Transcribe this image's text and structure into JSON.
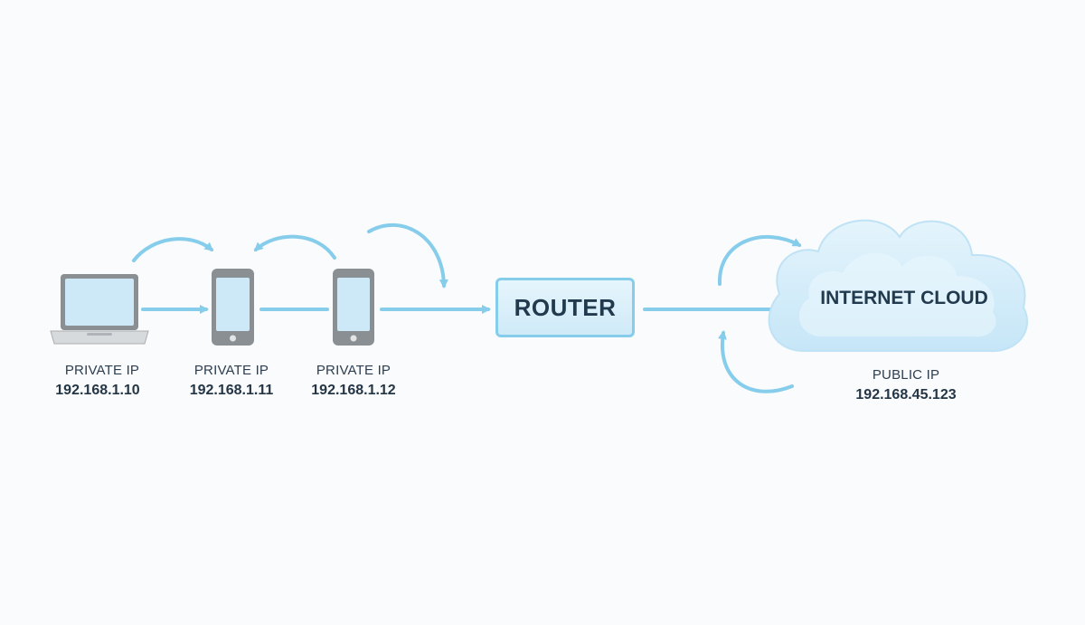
{
  "devices": [
    {
      "id": "laptop",
      "icon": "laptop-icon",
      "label": "PRIVATE IP",
      "ip": "192.168.1.10"
    },
    {
      "id": "phone-1",
      "icon": "smartphone-icon",
      "label": "PRIVATE IP",
      "ip": "192.168.1.11"
    },
    {
      "id": "phone-2",
      "icon": "smartphone-icon",
      "label": "PRIVATE IP",
      "ip": "192.168.1.12"
    }
  ],
  "router": {
    "label": "ROUTER"
  },
  "cloud": {
    "label": "INTERNET CLOUD",
    "ip_label": "PUBLIC IP",
    "ip": "192.168.45.123",
    "icon": "cloud-icon"
  },
  "colors": {
    "arrow": "#86cdec",
    "device_body": "#8a8f94",
    "device_screen": "#cde9f8",
    "text": "#243646",
    "router_fill": "#dff1fb",
    "cloud_fill": "#d3ecf9"
  }
}
